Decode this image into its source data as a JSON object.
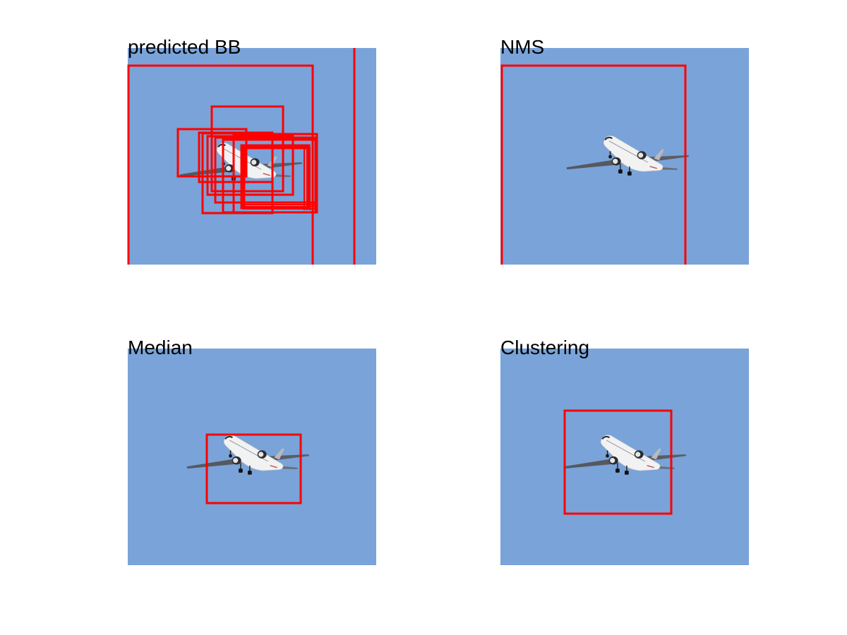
{
  "colors": {
    "sky": "#79a3d9",
    "box": "#ff0000",
    "background": "#ffffff"
  },
  "panels": [
    {
      "title": "predicted BB",
      "image": "airplane-photo",
      "box_layer": "all-predicted-boxes"
    },
    {
      "title": "NMS",
      "image": "airplane-photo",
      "box_layer": "nms-box"
    },
    {
      "title": "Median",
      "image": "airplane-photo",
      "box_layer": "median-box"
    },
    {
      "title": "Clustering",
      "image": "airplane-photo",
      "box_layer": "clustering-box"
    }
  ]
}
